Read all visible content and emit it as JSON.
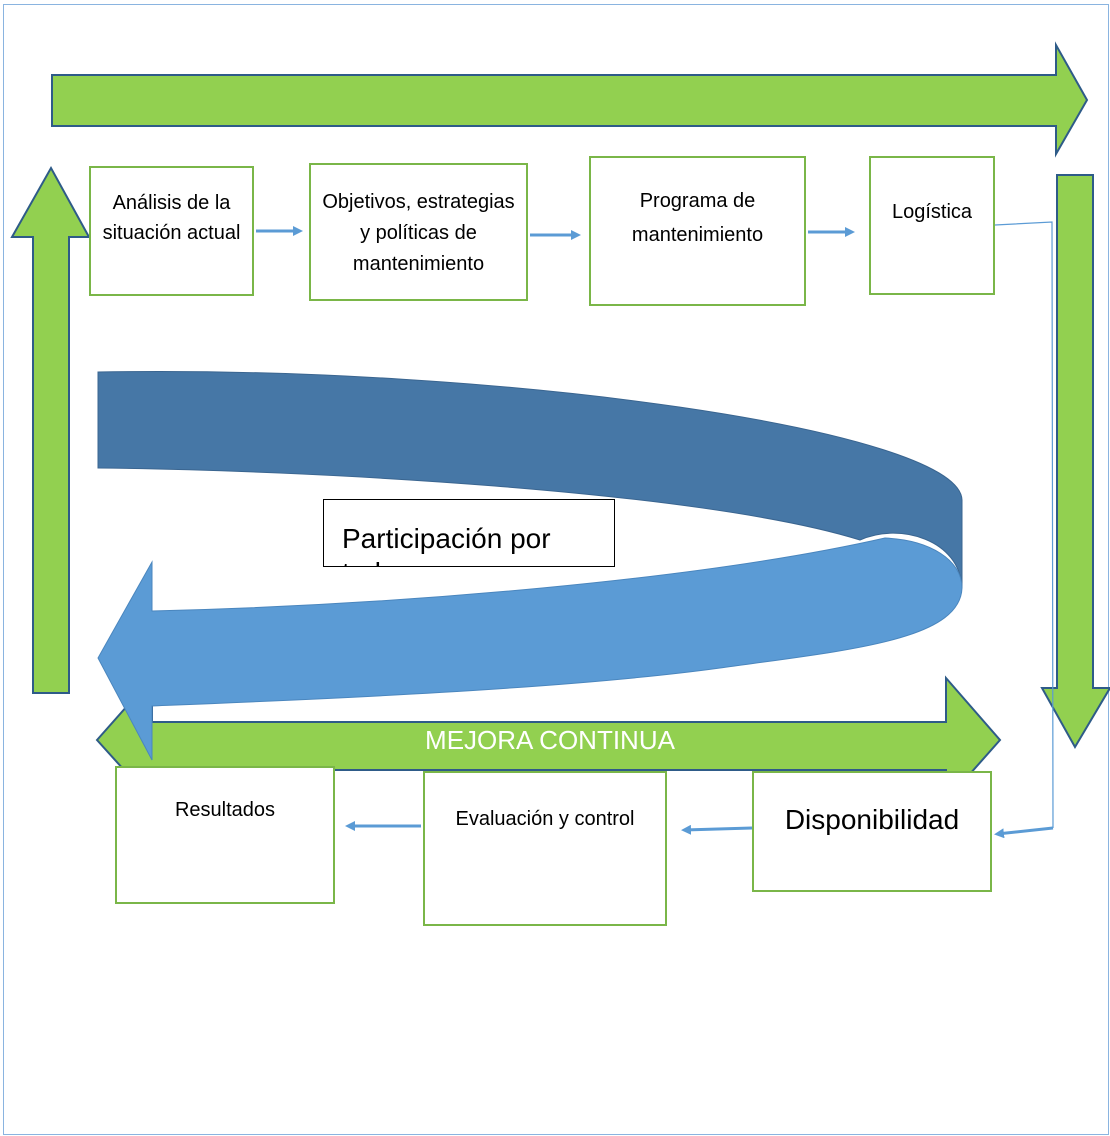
{
  "colors": {
    "green": "#92d050",
    "green_border": "#2e5b88",
    "box_border": "#7ab648",
    "blue_dark": "#4677a6",
    "blue_light": "#5b9bd5",
    "connector": "#5b9bd5"
  },
  "steps_top": [
    {
      "line1": "Análisis de la",
      "line2": "situación actual",
      "line3": ""
    },
    {
      "line1": "Objetivos, estrategias",
      "line2": "y políticas de",
      "line3": "mantenimiento"
    },
    {
      "line1": "Programa de",
      "line2": "mantenimiento",
      "line3": ""
    },
    {
      "line1": "Logística",
      "line2": "",
      "line3": ""
    }
  ],
  "steps_bottom": [
    {
      "label": "Resultados"
    },
    {
      "label": "Evaluación y control"
    },
    {
      "label": "Disponibilidad"
    }
  ],
  "center_label": "Participación por todos",
  "banner_label": "MEJORA CONTINUA"
}
